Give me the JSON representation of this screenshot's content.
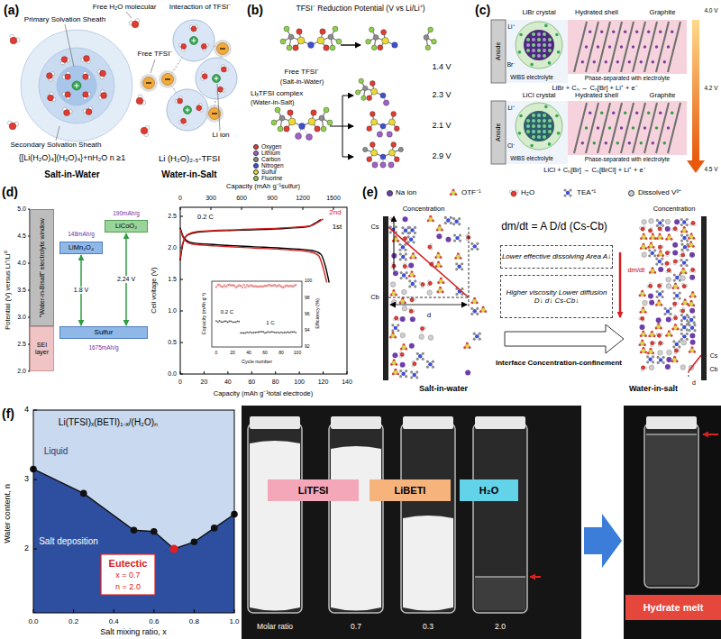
{
  "diagram": {
    "nodes": [
      {
        "text": [
          "\"Water-in-Bisalt\" electrolyte window"
        ]
      },
      {
        "text": [
          "SEI layer"
        ]
      },
      {
        "text": [
          "LiMn₂O₄"
        ]
      },
      {
        "text": [
          "LiCoO₂"
        ]
      },
      {
        "text": [
          "Sulfur"
        ]
      },
      {
        "text": [
          "Lower effective dissolving Area A↓"
        ]
      },
      {
        "text": [
          "Higher viscosity Lower diffusion D↓ d↓ Cs-Cb↓"
        ]
      },
      {
        "text": [
          "LiTFSI"
        ]
      },
      {
        "text": [
          "LiBETI"
        ]
      },
      {
        "text": [
          "H₂O"
        ]
      },
      {
        "text": [
          "Hydrate melt"
        ]
      }
    ],
    "labels": [
      "(a)",
      "Free H₂O molecular",
      "Primary Solvation Sheath",
      "Free TFSI⁻",
      "Secondary Solvation Sheath",
      "{[Li(H₂O)₄](H₂O)₄}+nH₂O n ≥1",
      "Salt-in-Water",
      "Interaction of TFSI⁻",
      "Li ion",
      "Li (H₂O)₂.₅-TFSI",
      "Water-in-Salt",
      "(b)",
      "TFSI⁻ Reduction Potential (V vs Li/Li⁺)",
      "Free TFSI⁻",
      "(Salt-in-Water)",
      "1.4 V",
      "LiₓTFSI complex",
      "(Water-in-Salt)",
      "2.3 V",
      "2.1 V",
      "2.9 V",
      "(c)",
      "LiBr crystal",
      "Hydrated shell",
      "Graphite",
      "Anode",
      "WiBS electrolyte",
      "Li⁺",
      "Br⁻",
      "Phase-separated with electrolyte",
      "LiBr + Cₙ → Cₙ[Br] + Li⁺ + e⁻",
      "4.0 V",
      "4.2 V",
      "LiCl crystal",
      "Hydrated shell",
      "Graphite",
      "Anode",
      "WiBS electrolyte",
      "Li⁺",
      "Cl⁻",
      "Phase-separated with electrolyte",
      "LiCl + Cₙ[Br] → Cₙ[BrCl] + Li⁺ + e⁻",
      "4.5 V",
      "(d)",
      "5.0",
      "4.5",
      "4.0",
      "3.5",
      "3.0",
      "2.5",
      "2.0",
      "Potential (V) versus Li⁺/Li⁰",
      "148mAh/g",
      "190mAh/g",
      "1.8 V",
      "2.24 V",
      "1675mAh/g",
      "Capacity (mAh g⁻¹sulfur)",
      "0",
      "300",
      "600",
      "900",
      "1200",
      "1500",
      "0.2 C",
      "2nd",
      "1st",
      "Cell voltage (V)",
      "2.5",
      "2.0",
      "1.5",
      "1.0",
      "0.5",
      "0.0",
      "0",
      "20",
      "40",
      "60",
      "80",
      "100",
      "120",
      "140",
      "Capacity (mAh g⁻¹total electrode)",
      "Capacity (mAh g⁻¹)",
      "0.2 C",
      "1 C",
      "Cycle number",
      "Efficiency (%)",
      "100",
      "98",
      "96",
      "94",
      "92",
      "0",
      "20",
      "40",
      "60",
      "80",
      "100",
      "(e)",
      "Concentration",
      "Cs",
      "Cb",
      "d",
      "Salt-in-water",
      "dm/dt = A D/d (Cs-Cb)",
      "dm/dt",
      "Interface Concentration-confinement",
      "Concentration",
      "Cs",
      "Cb",
      "d",
      "Water-in-salt",
      "(f)",
      "Li(TFSI)ₓ(BETI)₁₋ₓ/(H₂O)ₙ",
      "Liquid",
      "Salt deposition",
      "Eutectic",
      "x = 0.7",
      "n = 2.0",
      "Water content, n",
      "4",
      "3",
      "2",
      "0.0",
      "0.2",
      "0.4",
      "0.6",
      "0.8",
      "1.0",
      "Salt mixing ratio, x",
      "Molar ratio",
      "0.7",
      "0.3",
      "2.0"
    ],
    "legend": [
      {
        "text": "Oxygen",
        "color": "#e03c31"
      },
      {
        "text": "Lithium",
        "color": "#a061c9"
      },
      {
        "text": "Carbon",
        "color": "#8c8c8c"
      },
      {
        "text": "Nitrogen",
        "color": "#3d4fd6"
      },
      {
        "text": "Sulfur",
        "color": "#e8d83a"
      },
      {
        "text": "Fluorine",
        "color": "#8fcf4a"
      },
      {
        "text": "Na ion",
        "color": "#6d3fa8"
      },
      {
        "text": "OTF⁻¹"
      },
      {
        "text": "H₂O"
      },
      {
        "text": "TEA⁺¹"
      },
      {
        "text": "Dissolved V³⁺",
        "color": "#cfcfcf"
      }
    ]
  }
}
